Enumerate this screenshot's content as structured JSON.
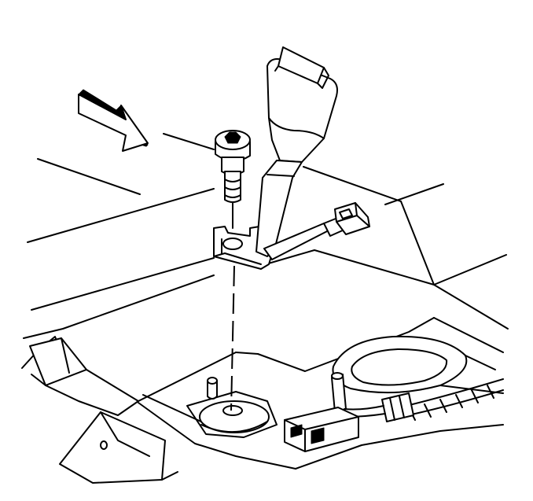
{
  "diagram": {
    "type": "line-drawing",
    "subject": "",
    "stroke_color": "#000000",
    "background_color": "#ffffff",
    "parts": [
      {
        "id": "view-arrow",
        "icon": "direction-arrow-icon"
      },
      {
        "id": "mounting-bolt",
        "icon": "bolt-icon"
      },
      {
        "id": "seat-belt-buckle",
        "icon": "buckle-icon"
      },
      {
        "id": "buckle-bracket",
        "icon": "bracket-icon"
      },
      {
        "id": "wire-harness",
        "icon": "wire-icon"
      },
      {
        "id": "electrical-connector",
        "icon": "connector-icon"
      },
      {
        "id": "floor-bolt-hole",
        "icon": "hole-icon"
      },
      {
        "id": "locator-pin",
        "icon": "pin-icon"
      },
      {
        "id": "alignment-dashed-line",
        "icon": "dashed-line-icon"
      }
    ]
  }
}
